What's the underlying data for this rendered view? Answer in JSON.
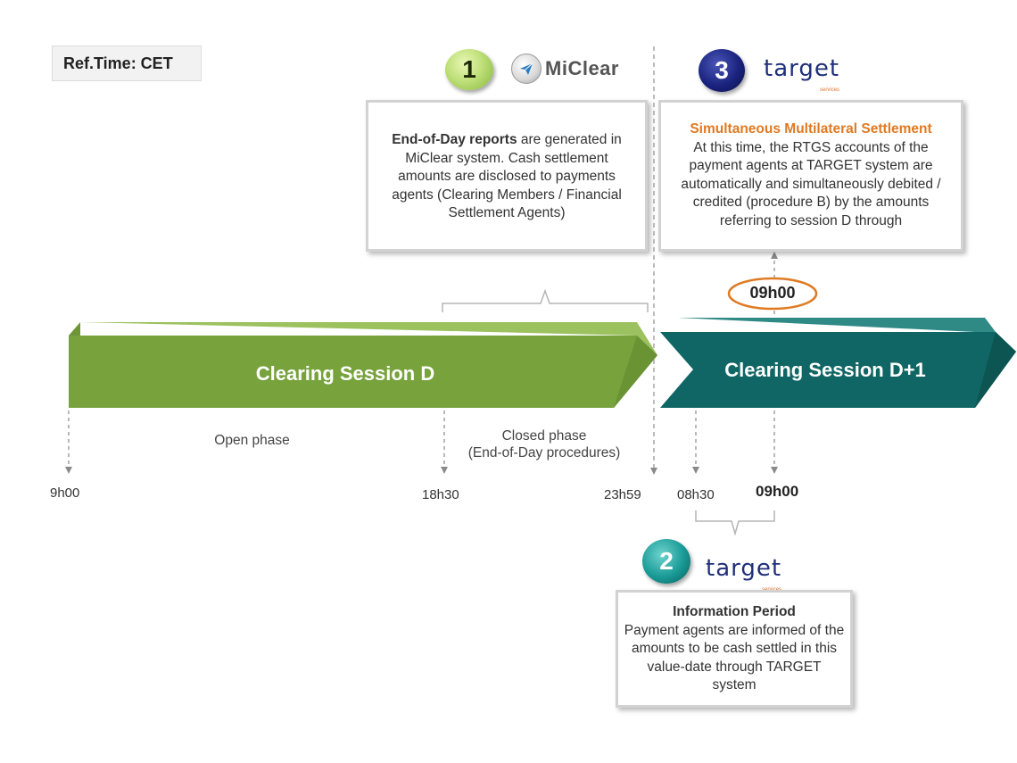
{
  "ref_time": "Ref.Time: CET",
  "steps": [
    {
      "number": "1",
      "logo": "MiClear",
      "body_bold": "End-of-Day reports",
      "body_text": " are generated in MiClear system. Cash settlement amounts are disclosed to payments agents (Clearing Members / Financial Settlement Agents)"
    },
    {
      "number": "2",
      "logo": "target",
      "logo_sub": "services",
      "title": "Information Period",
      "body_text": "Payment agents are informed of the amounts to be cash settled in this value-date through TARGET system"
    },
    {
      "number": "3",
      "logo": "target",
      "logo_sub": "services",
      "title": "Simultaneous Multilateral Settlement",
      "body_text": "At this time, the RTGS accounts of the payment agents at TARGET system are automatically and simultaneously debited / credited (procedure B) by the amounts referring to session D through"
    }
  ],
  "sessions": {
    "d": "Clearing Session D",
    "d1": "Clearing Session D+1"
  },
  "phases": {
    "open": "Open phase",
    "closed": "Closed phase\n(End-of-Day procedures)"
  },
  "times": {
    "t0900": "9h00",
    "t1830": "18h30",
    "t2359": "23h59",
    "t0830": "08h30",
    "t0900b": "09h00",
    "settlement": "09h00"
  },
  "colors": {
    "session_d": "#77a23c",
    "session_d1": "#0f6664",
    "accent_orange": "#e07a22",
    "target_blue": "#1f2f7a"
  },
  "icons": [
    "miclear-logo-icon",
    "target-logo-icon"
  ]
}
